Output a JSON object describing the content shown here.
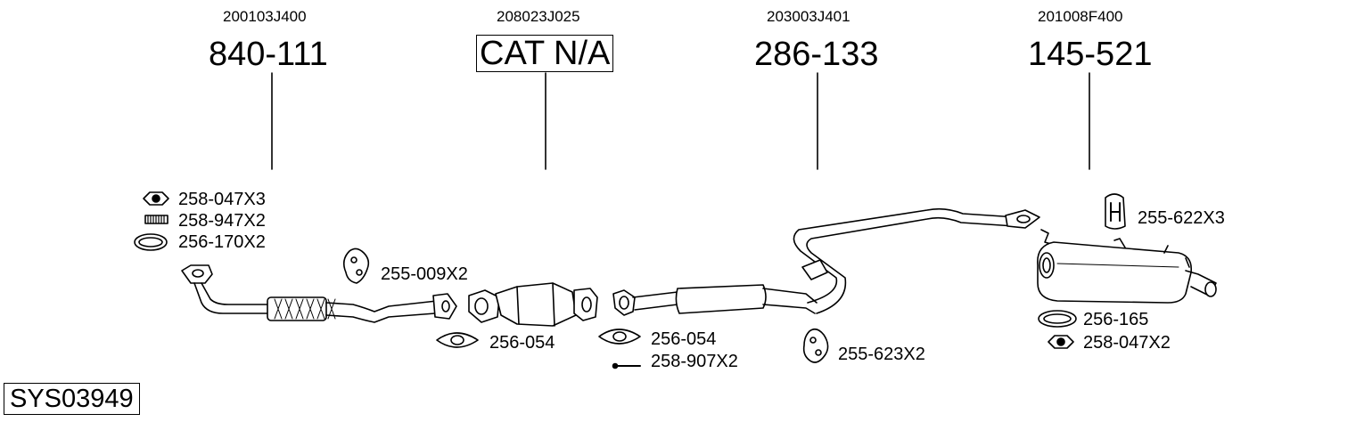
{
  "groups": [
    {
      "oe": "200103J400",
      "part": "840-111"
    },
    {
      "oe": "208023J025",
      "part": "CAT N/A"
    },
    {
      "oe": "203003J401",
      "part": "286-133"
    },
    {
      "oe": "201008F400",
      "part": "145-521"
    }
  ],
  "labels": {
    "nut_x3": "258-047X3",
    "spring_x2": "258-947X2",
    "gasket_x2": "256-170X2",
    "hanger_009": "255-009X2",
    "gasket_054_a": "256-054",
    "gasket_054_b": "256-054",
    "bolt_907": "258-907X2",
    "hanger_623": "255-623X2",
    "hanger_622": "255-622X3",
    "ring_165": "256-165",
    "nut_x2": "258-047X2"
  },
  "system_id": "SYS03949"
}
